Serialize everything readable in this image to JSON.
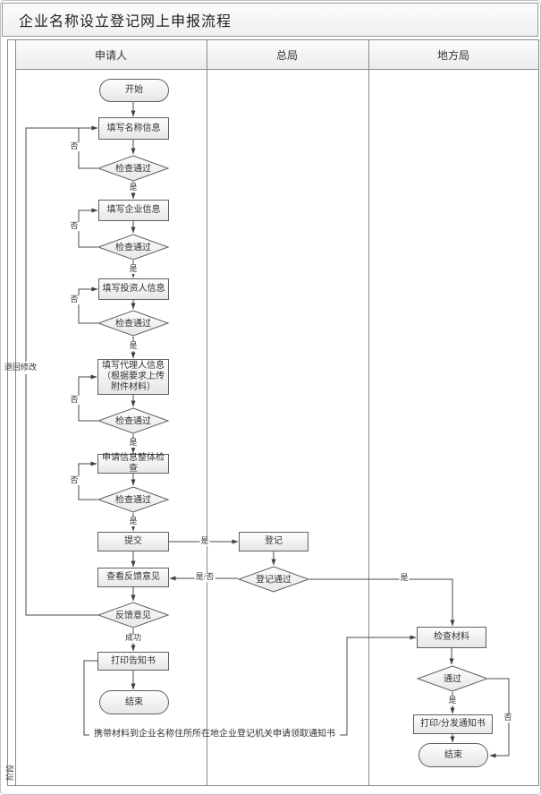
{
  "title": "企业名称设立登记网上申报流程",
  "phase_label": "阶段",
  "lanes": [
    {
      "label": "申请人"
    },
    {
      "label": "总局"
    },
    {
      "label": "地方局"
    }
  ],
  "nodes": {
    "start": {
      "label": "开始"
    },
    "fill_name": {
      "label": "填写名称信息"
    },
    "check_pass": {
      "label": "检查通过"
    },
    "fill_enterprise": {
      "label": "填写企业信息"
    },
    "fill_investor": {
      "label": "填写投资人信息"
    },
    "fill_agent": {
      "label": "填写代理人信息（根据要求上传附件材料）"
    },
    "overall_check": {
      "label": "申请信息整体检查"
    },
    "submit": {
      "label": "提交"
    },
    "view_feedback": {
      "label": "查看反馈意见"
    },
    "feedback": {
      "label": "反馈意见"
    },
    "print_notice": {
      "label": "打印告知书"
    },
    "end": {
      "label": "结束"
    },
    "register": {
      "label": "登记"
    },
    "register_pass": {
      "label": "登记通过"
    },
    "check_materials": {
      "label": "检查材料"
    },
    "pass": {
      "label": "通过"
    },
    "print_distribute": {
      "label": "打印/分发通知书"
    }
  },
  "edge_labels": {
    "yes": "是",
    "no": "否",
    "yes_no": "是/否",
    "success": "成功",
    "return_modify": "退回修改",
    "bring_materials": "携带材料到企业名称住所所在地企业登记机关申请领取通知书"
  },
  "colors": {
    "frame_line": "#8b8b8b",
    "connector": "#4a4a4a",
    "node_border": "#5f5f5f",
    "node_fill_top": "#fdfdfd",
    "node_fill_bottom": "#e7e7e7",
    "text": "#333333"
  }
}
